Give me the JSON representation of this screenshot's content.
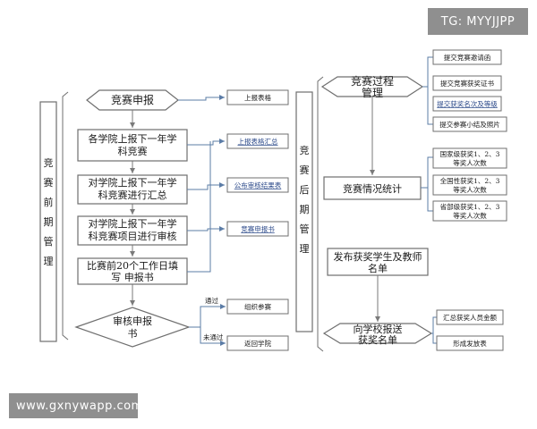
{
  "watermarks": {
    "top_right": "TG: MYYJJPP",
    "bottom_left": "www.gxnywapp.com"
  },
  "left_panel": {
    "side_label": [
      "竞",
      "赛",
      "前",
      "期",
      "管",
      "理"
    ],
    "start": "竞赛申报",
    "steps": [
      [
        "各学院上报下一年学",
        "科竞赛"
      ],
      [
        "对学院上报下一年学",
        "科竞赛进行汇总"
      ],
      [
        "对学院上报下一年学",
        "科竞赛项目进行审核"
      ],
      [
        "比赛前20个工作日填",
        "写 申报书"
      ]
    ],
    "decision": [
      "审核申报",
      "书"
    ],
    "outputs": [
      "上报表格",
      "上报表格汇总",
      "公布审核结果表",
      "竞赛申报书"
    ],
    "branch_labels": {
      "pass": "通过",
      "fail": "未通过"
    },
    "branch_results": [
      "组织参赛",
      "返回学院"
    ]
  },
  "right_panel": {
    "side_label": [
      "竞",
      "赛",
      "后",
      "期",
      "管",
      "理"
    ],
    "process": [
      "竞赛过程",
      "管理"
    ],
    "process_items": [
      "提交竞赛邀请函",
      "提交竞赛获奖证书",
      "提交获奖名次及等级",
      "提交参赛小结及照片"
    ],
    "stats": "竞赛情况统计",
    "stats_items": [
      [
        "国家级获奖1、2、3",
        "等奖人次数"
      ],
      [
        "全国性获奖1、2、3",
        "等奖人次数"
      ],
      [
        "省部级获奖1、2、3",
        "等奖人次数"
      ]
    ],
    "publish": [
      "发布获奖学生及教师",
      "名单"
    ],
    "report": [
      "向学校报送",
      "获奖名单"
    ],
    "report_items": [
      "汇总获奖人员金额",
      "形成发放表"
    ]
  },
  "colors": {
    "box_border": "#6f6f6f",
    "arrow": "#8a8a8a",
    "connector": "#5b7ca6",
    "link_text": "#2c4a8a",
    "badge_bg": "#8f8f8f"
  }
}
